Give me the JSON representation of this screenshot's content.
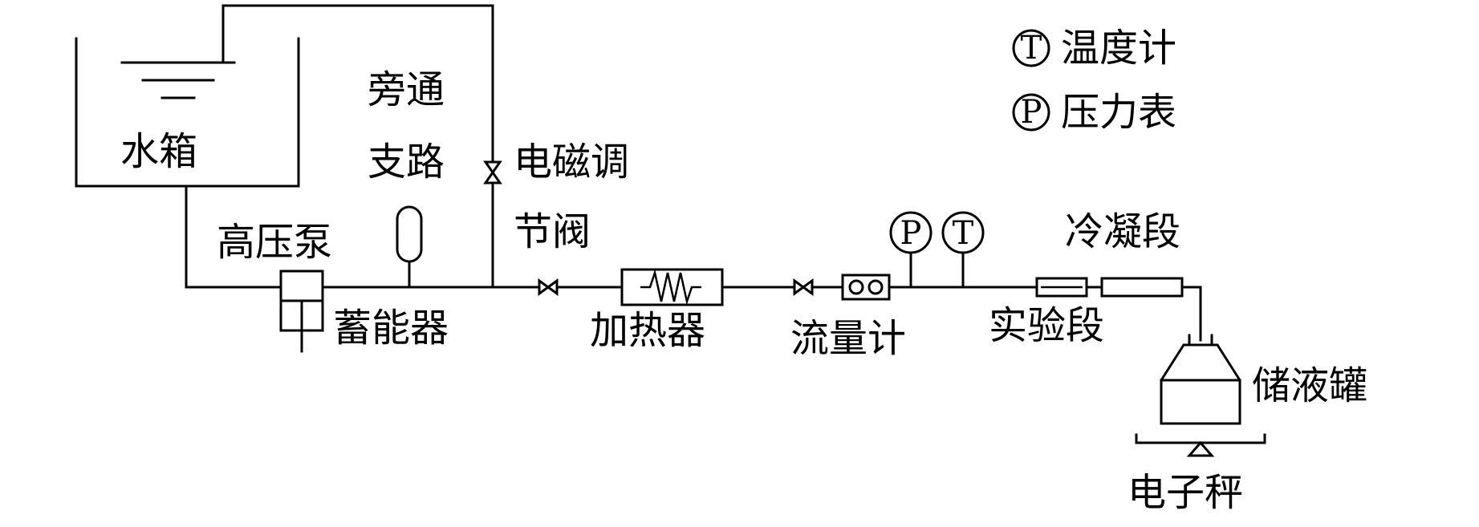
{
  "labels": {
    "water_tank": "水箱",
    "bypass_line1": "旁通",
    "bypass_line2": "支路",
    "solenoid_valve_line1": "电磁调",
    "solenoid_valve_line2": "节阀",
    "high_pressure_pump": "高压泵",
    "accumulator": "蓄能器",
    "heater": "加热器",
    "flowmeter": "流量计",
    "test_section": "实验段",
    "condensing_section": "冷凝段",
    "storage_tank": "储液罐",
    "electronic_scale": "电子秤"
  },
  "legend": {
    "thermometer_symbol": "T",
    "thermometer_label": "温度计",
    "pressure_gauge_symbol": "P",
    "pressure_gauge_label": "压力表"
  },
  "gauges": {
    "pressure_symbol": "P",
    "temperature_symbol": "T"
  }
}
